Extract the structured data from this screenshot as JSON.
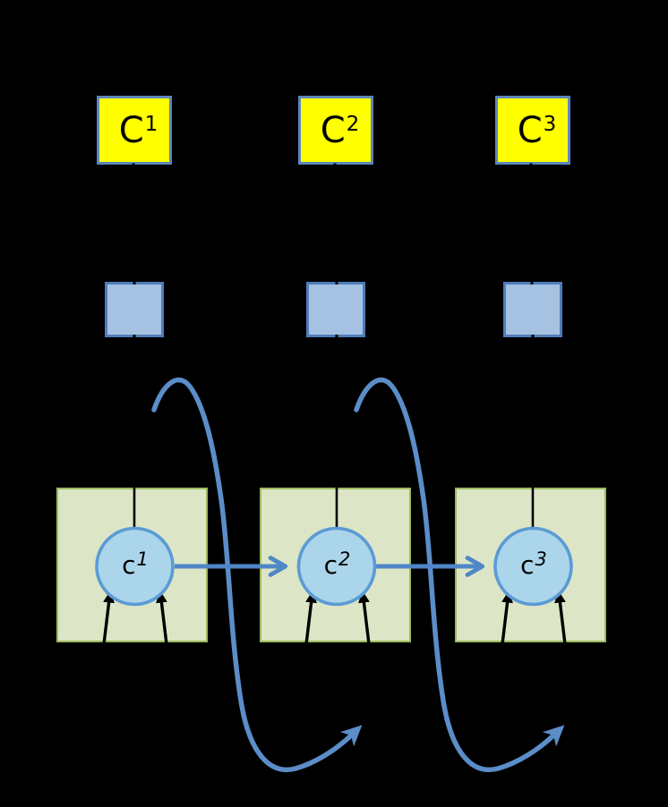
{
  "diagram": {
    "title": "context-cell-diagram",
    "background_color": "#000000",
    "columns": [
      {
        "index": 1,
        "context_box": {
          "base": "C",
          "sup": "1"
        },
        "cell_circle": {
          "base": "c",
          "sup": "1"
        }
      },
      {
        "index": 2,
        "context_box": {
          "base": "C",
          "sup": "2"
        },
        "cell_circle": {
          "base": "c",
          "sup": "2"
        }
      },
      {
        "index": 3,
        "context_box": {
          "base": "C",
          "sup": "3"
        },
        "cell_circle": {
          "base": "c",
          "sup": "3"
        }
      }
    ],
    "colors": {
      "context_box_fill": "#ffff00",
      "context_box_border": "#5b87bd",
      "embedding_box_fill": "#a6c2e2",
      "embedding_box_border": "#4f7cba",
      "cell_region_fill": "#dce6c6",
      "cell_region_border": "#9cba5d",
      "cell_circle_fill": "#abd5ea",
      "cell_circle_border": "#5b9bd5",
      "state_arrow": "#4f86c6",
      "loop_arrow": "#5b8dc8",
      "input_arrow": "#000000"
    },
    "arrows": {
      "horizontal_state_arrows": 2,
      "loop_arrows": 2,
      "input_arrows_per_cell": 2
    }
  }
}
